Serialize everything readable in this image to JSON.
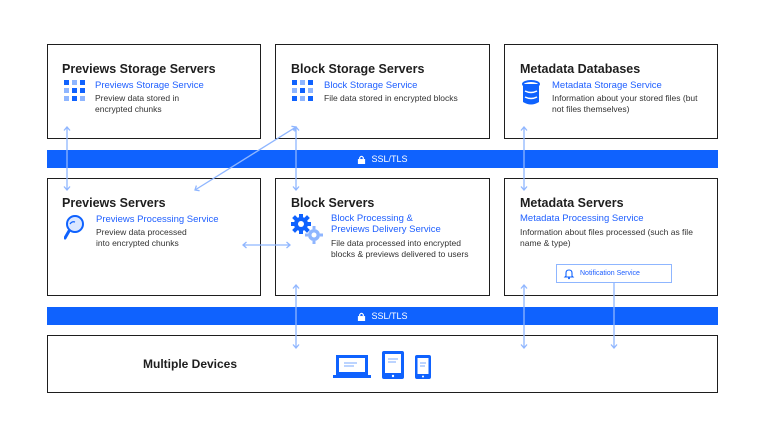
{
  "colors": {
    "accent": "#0f62fe",
    "link": "#1f5fff",
    "arrow": "#8fb6ff",
    "border": "#1e1e1e"
  },
  "ssl_label": "SSL/TLS",
  "boxes": {
    "previews_storage": {
      "title": "Previews Storage Servers",
      "service": "Previews Storage Service",
      "desc": [
        "Preview data stored in",
        "encrypted chunks"
      ],
      "icon": "grid-blocks-icon"
    },
    "block_storage": {
      "title": "Block Storage Servers",
      "service": "Block Storage Service",
      "desc": [
        "File data stored in encrypted blocks"
      ],
      "icon": "grid-blocks-icon"
    },
    "metadata_db": {
      "title": "Metadata Databases",
      "service": "Metadata Storage Service",
      "desc": [
        "Information about your stored files (but",
        "not files themselves)"
      ],
      "icon": "database-icon"
    },
    "previews_servers": {
      "title": "Previews Servers",
      "service": "Previews Processing Service",
      "desc": [
        "Preview data processed",
        "into encrypted chunks"
      ],
      "icon": "magnifier-icon"
    },
    "block_servers": {
      "title": "Block Servers",
      "service": [
        "Block Processing &",
        "Previews Delivery Service"
      ],
      "desc": [
        "File data processed into encrypted",
        "blocks & previews delivered to users"
      ],
      "icon": "gears-icon"
    },
    "metadata_servers": {
      "title": "Metadata Servers",
      "service": "Metadata Processing Service",
      "desc": [
        "Information about files processed (such as file",
        "name & type)"
      ],
      "icon": "database-icon"
    }
  },
  "notification": {
    "label": "Notification Service",
    "icon": "bell-icon"
  },
  "devices": {
    "title": "Multiple Devices",
    "icons": [
      "laptop-icon",
      "tablet-icon",
      "phone-icon"
    ]
  }
}
